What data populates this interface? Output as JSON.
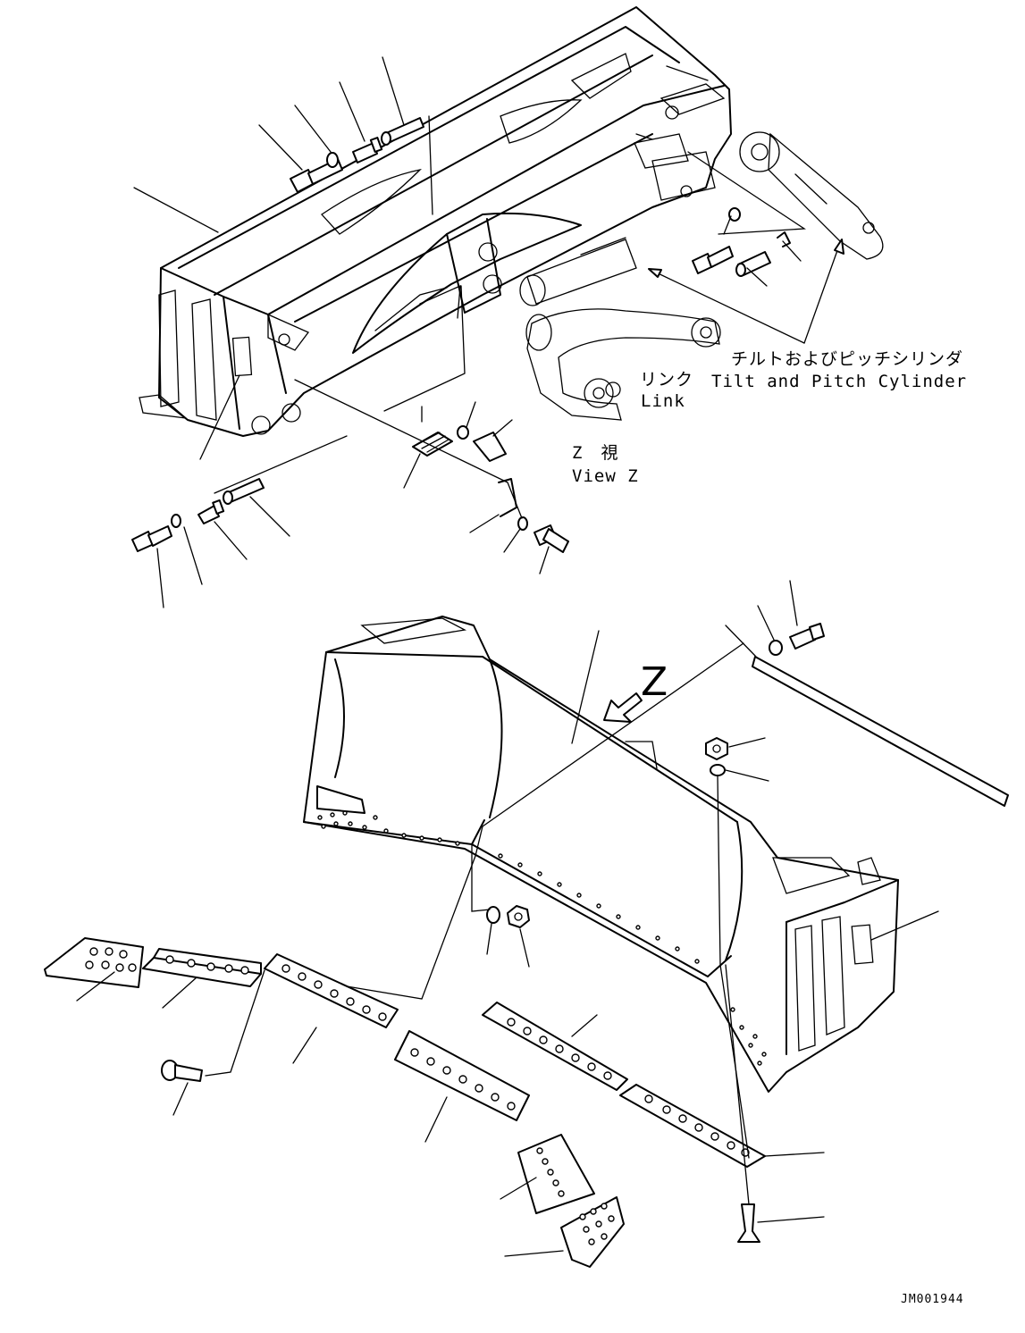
{
  "labels": {
    "cylinder_jp": "チルトおよびピッチシリンダ",
    "cylinder_en": "Tilt and Pitch Cylinder",
    "link_jp": "リンク",
    "link_en": "Link",
    "view_jp": "Z　視",
    "view_en": "View Z",
    "view_marker": "Z",
    "drawing_code": "JM001944"
  }
}
